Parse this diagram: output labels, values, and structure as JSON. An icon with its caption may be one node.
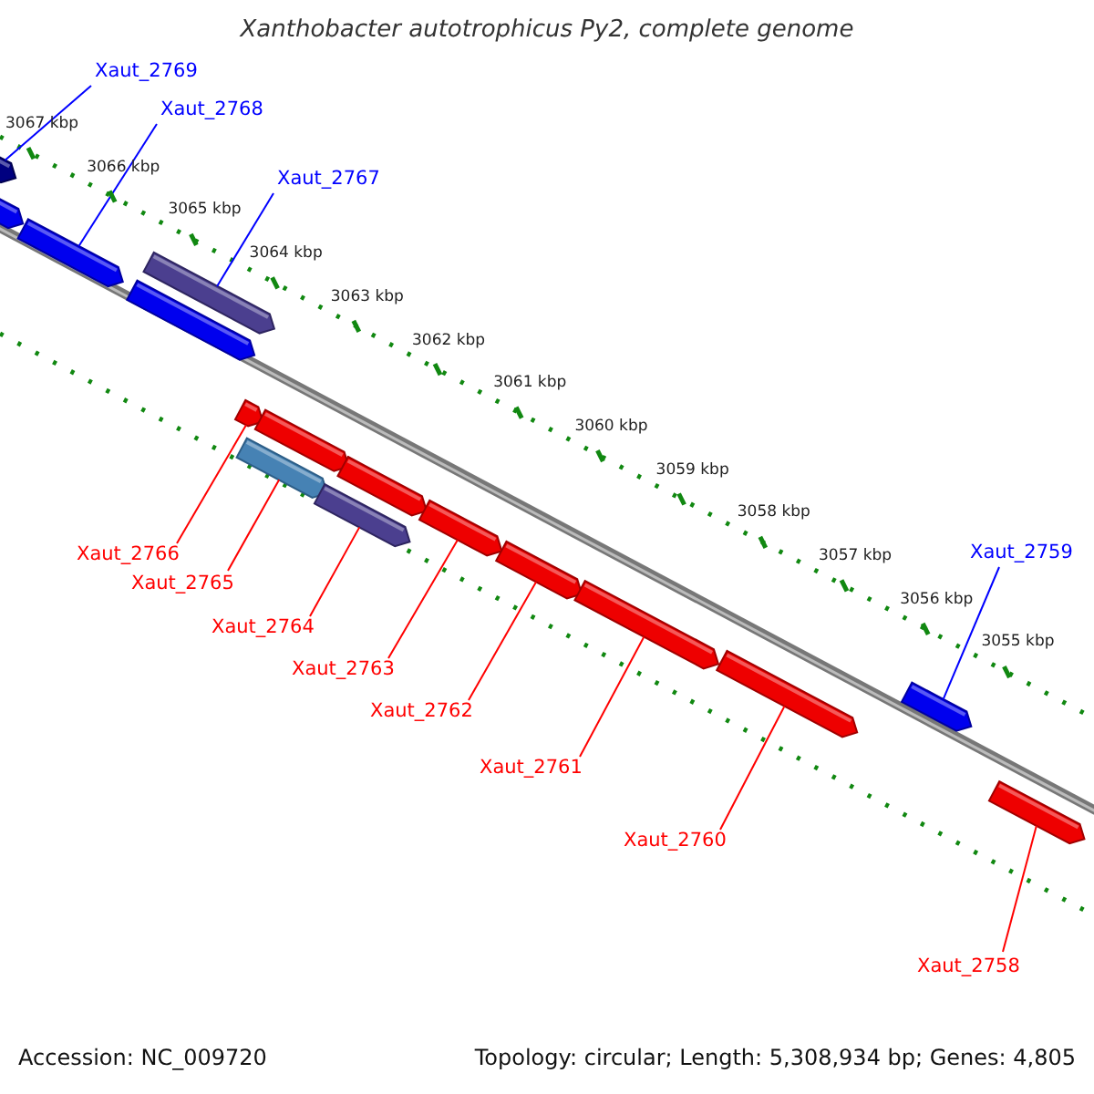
{
  "diagram": {
    "title": "Xanthobacter autotrophicus Py2, complete genome",
    "nodes": [
      {
        "text": [
          "Xaut_2769"
        ]
      },
      {
        "text": [
          "Xaut_2768"
        ]
      },
      {
        "text": [
          "Xaut_2767"
        ]
      },
      {
        "text": [
          "Xaut_2759"
        ]
      },
      {
        "text": [
          "Xaut_2766"
        ]
      },
      {
        "text": [
          "Xaut_2765"
        ]
      },
      {
        "text": [
          "Xaut_2764"
        ]
      },
      {
        "text": [
          "Xaut_2763"
        ]
      },
      {
        "text": [
          "Xaut_2762"
        ]
      },
      {
        "text": [
          "Xaut_2761"
        ]
      },
      {
        "text": [
          "Xaut_2760"
        ]
      },
      {
        "text": [
          "Xaut_2758"
        ]
      },
      {
        "text": [],
        "shape": "bar"
      },
      {
        "text": [],
        "shape": "bar"
      },
      {
        "text": [],
        "shape": "bar"
      },
      {
        "text": [],
        "shape": "bar"
      },
      {
        "text": [],
        "shape": "bar"
      },
      {
        "text": [],
        "shape": "bar"
      },
      {
        "text": [],
        "shape": "bar"
      },
      {
        "text": [],
        "shape": "bar"
      },
      {
        "text": [],
        "shape": "bar"
      },
      {
        "text": [],
        "shape": "bar"
      },
      {
        "text": [],
        "shape": "bar"
      },
      {
        "text": [],
        "shape": "bar"
      },
      {
        "text": [],
        "shape": "bar"
      },
      {
        "text": [],
        "shape": "bar"
      },
      {
        "text": [],
        "shape": "bar"
      },
      {
        "text": [],
        "shape": "bar"
      }
    ],
    "edges": [
      {
        "from": 0,
        "to": 12,
        "arrow": "none",
        "color": "#0000ff"
      },
      {
        "from": 1,
        "to": 14,
        "arrow": "none",
        "color": "#0000ff"
      },
      {
        "from": 2,
        "to": 15,
        "arrow": "none",
        "color": "#0000ff"
      },
      {
        "from": 3,
        "to": 17,
        "arrow": "none",
        "color": "#0000ff"
      },
      {
        "from": 4,
        "to": 18,
        "arrow": "none"
      },
      {
        "from": 5,
        "to": 20,
        "arrow": "none"
      },
      {
        "from": 6,
        "to": 21,
        "arrow": "none"
      },
      {
        "from": 7,
        "to": 23,
        "arrow": "none"
      },
      {
        "from": 8,
        "to": 24,
        "arrow": "none"
      },
      {
        "from": 9,
        "to": 25,
        "arrow": "none"
      },
      {
        "from": 10,
        "to": 26,
        "arrow": "none"
      },
      {
        "from": 11,
        "to": 27,
        "arrow": "none"
      }
    ],
    "labels": [
      "3067 kbp",
      "3066 kbp",
      "3065 kbp",
      "3064 kbp",
      "3063 kbp",
      "3062 kbp",
      "3061 kbp",
      "3060 kbp",
      "3059 kbp",
      "3058 kbp",
      "3057 kbp",
      "3056 kbp",
      "3055 kbp",
      "Accession: NC_009720",
      "Topology: circular; Length: 5,308,934 bp; Genes: 4,805"
    ]
  }
}
